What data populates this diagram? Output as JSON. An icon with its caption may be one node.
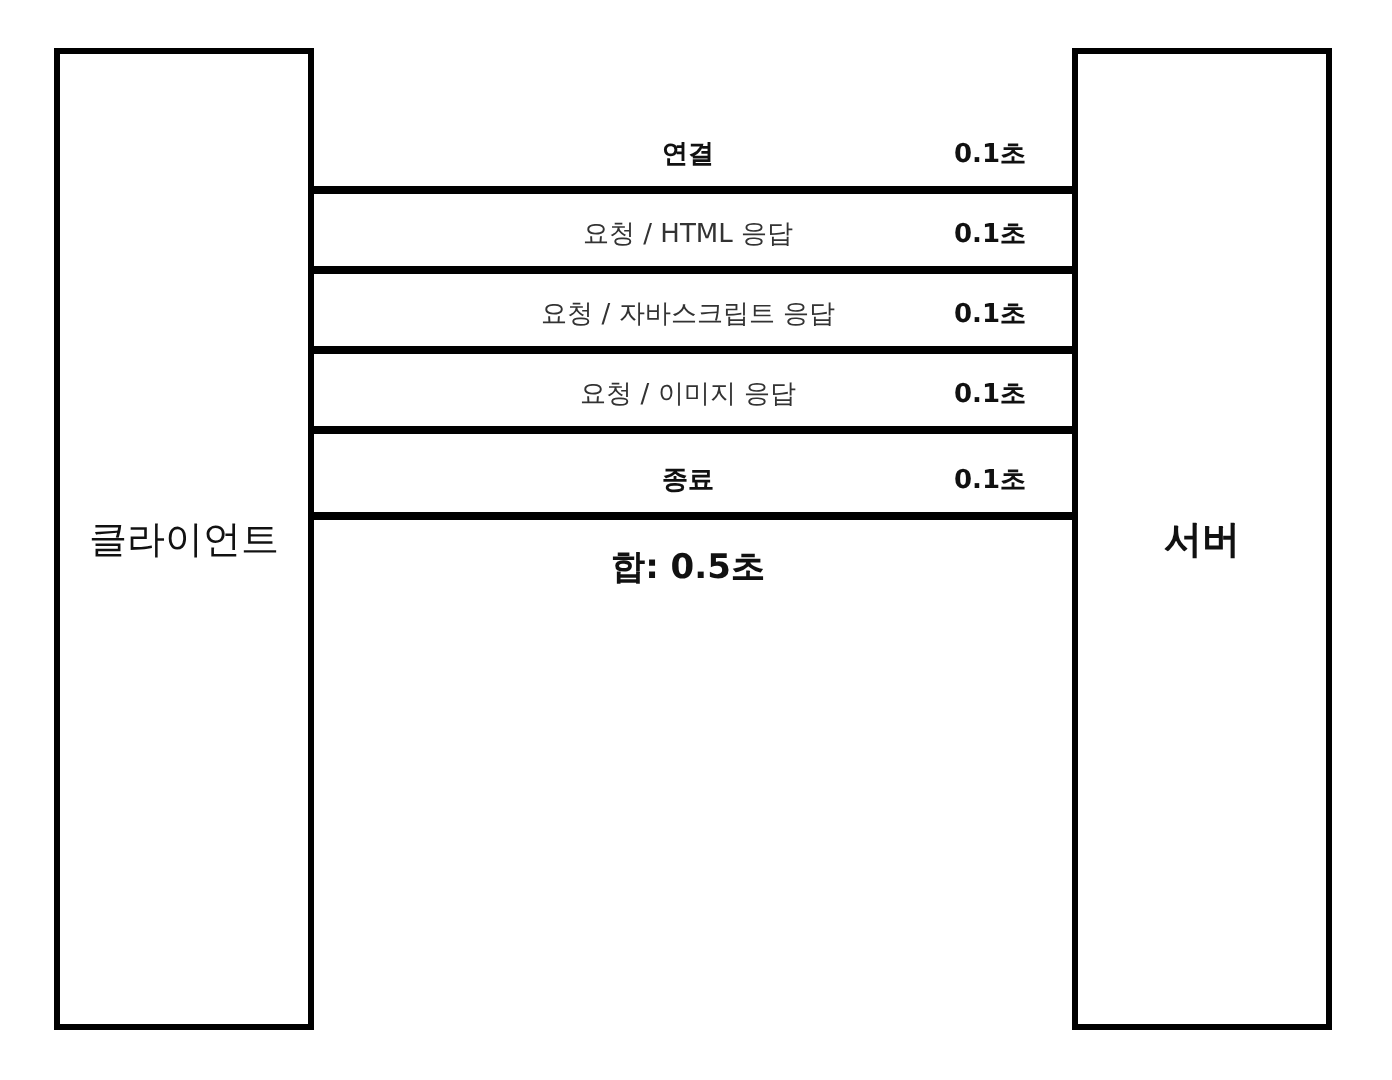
{
  "diagram": {
    "nodes": [
      {
        "text": [
          "클라이언트"
        ]
      },
      {
        "text": [
          "서버"
        ]
      }
    ],
    "edges": [
      {
        "from": 0,
        "to": 1,
        "arrow": "none",
        "label": "연결"
      },
      {
        "from": 0,
        "to": 1,
        "arrow": "none",
        "label": "요청 / HTML 응답"
      },
      {
        "from": 0,
        "to": 1,
        "arrow": "none",
        "label": "요청 / 자바스크립트 응답"
      },
      {
        "from": 0,
        "to": 1,
        "arrow": "none",
        "label": "요청 / 이미지 응답"
      },
      {
        "from": 0,
        "to": 1,
        "arrow": "none",
        "label": "종료"
      }
    ],
    "labels": [
      "0.1초",
      "0.1초",
      "0.1초",
      "0.1초",
      "0.1초",
      "합: 0.5초"
    ]
  }
}
